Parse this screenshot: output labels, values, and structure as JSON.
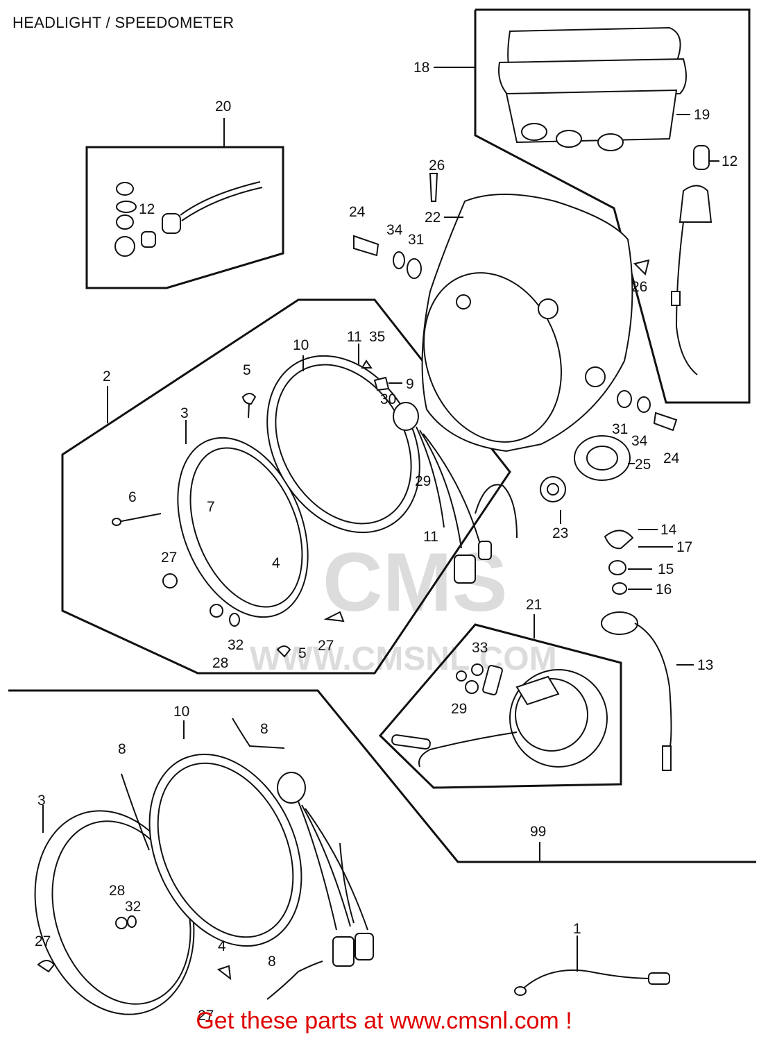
{
  "title": "HEADLIGHT / SPEEDOMETER",
  "footer": "Get these parts at www.cmsnl.com !",
  "watermark": {
    "logo": "CMS",
    "url": "WWW.CMSNL.COM"
  },
  "colors": {
    "footer": "#e00000",
    "line": "#111111",
    "watermark": "#d9d9d9"
  },
  "callouts": [
    "18",
    "19",
    "12",
    "20",
    "12",
    "26",
    "22",
    "24",
    "34",
    "31",
    "26",
    "2",
    "10",
    "11",
    "35",
    "9",
    "30",
    "5",
    "3",
    "6",
    "7",
    "29",
    "11",
    "31",
    "34",
    "24",
    "25",
    "23",
    "14",
    "17",
    "15",
    "16",
    "27",
    "4",
    "32",
    "28",
    "27",
    "5",
    "21",
    "33",
    "29",
    "13",
    "10",
    "8",
    "8",
    "3",
    "28",
    "32",
    "27",
    "4",
    "8",
    "27",
    "99",
    "1"
  ]
}
